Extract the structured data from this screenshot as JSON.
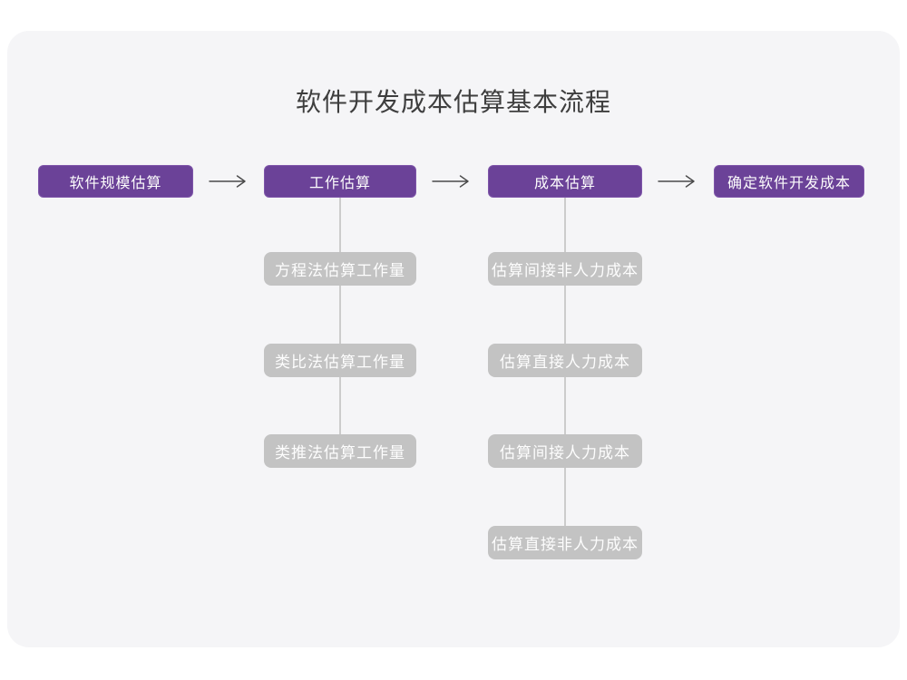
{
  "title": "软件开发成本估算基本流程",
  "main_steps": [
    "软件规模估算",
    "工作估算",
    "成本估算",
    "确定软件开发成本"
  ],
  "work_substeps": [
    "方程法估算工作量",
    "类比法估算工作量",
    "类推法估算工作量"
  ],
  "cost_substeps": [
    "估算间接非人力成本",
    "估算直接人力成本",
    "估算间接人力成本",
    "估算直接非人力成本"
  ],
  "colors": {
    "page_bg": "#ffffff",
    "card_bg": "#f5f5f7",
    "primary": "#6b4298",
    "primary_border": "#7e55a9",
    "gray_box": "#c3c3c3",
    "box_text": "#fdfdfd",
    "arrow": "#4a4a4a",
    "connector": "#cccccc",
    "title_color": "#3e3e3e"
  }
}
